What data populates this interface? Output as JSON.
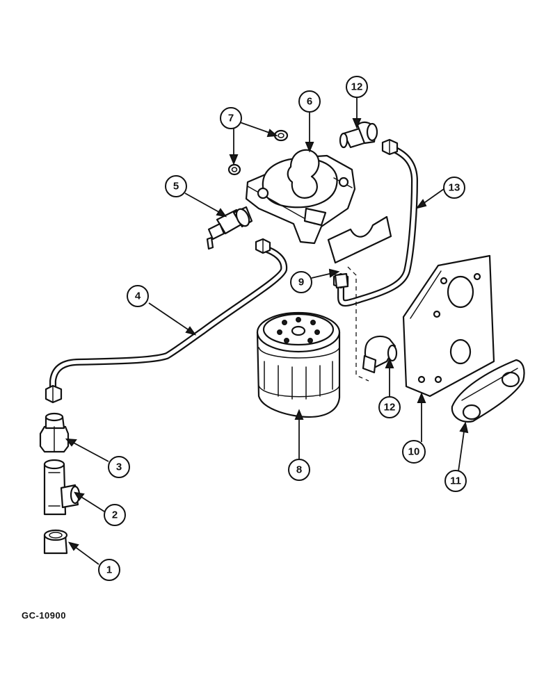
{
  "figure_code": "GC-10900",
  "callouts": [
    {
      "id": "c1",
      "label": "1"
    },
    {
      "id": "c2",
      "label": "2"
    },
    {
      "id": "c3",
      "label": "3"
    },
    {
      "id": "c4",
      "label": "4"
    },
    {
      "id": "c5",
      "label": "5"
    },
    {
      "id": "c6",
      "label": "6"
    },
    {
      "id": "c7",
      "label": "7"
    },
    {
      "id": "c8",
      "label": "8"
    },
    {
      "id": "c9",
      "label": "9"
    },
    {
      "id": "c10",
      "label": "10"
    },
    {
      "id": "c11",
      "label": "11"
    },
    {
      "id": "c12a",
      "label": "12"
    },
    {
      "id": "c12b",
      "label": "12"
    },
    {
      "id": "c13",
      "label": "13"
    }
  ]
}
